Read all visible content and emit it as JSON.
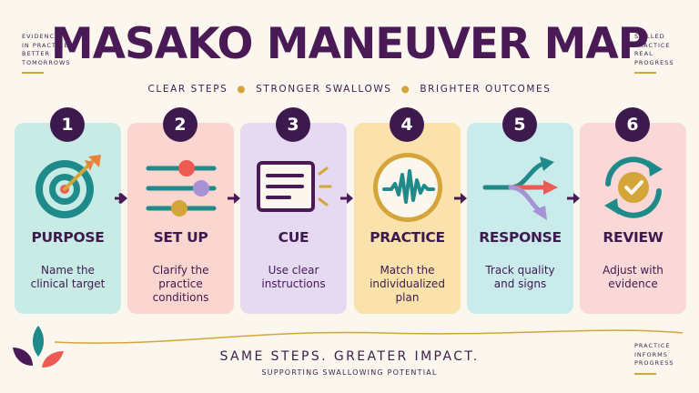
{
  "title": "MASAKO MANEUVER MAP",
  "tagline": [
    "CLEAR STEPS",
    "STRONGER SWALLOWS",
    "BRIGHTER OUTCOMES"
  ],
  "corner_top_left": [
    "EVIDENCE",
    "IN PRACTICE",
    "BETTER",
    "TOMORROWS"
  ],
  "corner_top_right": [
    "SKILLED",
    "PRACTICE",
    "REAL",
    "PROGRESS"
  ],
  "corner_bottom_right": [
    "PRACTICE",
    "INFORMS",
    "PROGRESS"
  ],
  "steps": [
    {
      "number": "1",
      "title": "PURPOSE",
      "desc": "Name the clinical target",
      "icon": "target-icon",
      "color": "#c8ebe6"
    },
    {
      "number": "2",
      "title": "SET UP",
      "desc": "Clarify the practice conditions",
      "icon": "sliders-icon",
      "color": "#fbd5cf"
    },
    {
      "number": "3",
      "title": "CUE",
      "desc": "Use clear instructions",
      "icon": "cue-card-icon",
      "color": "#e6d9f2"
    },
    {
      "number": "4",
      "title": "PRACTICE",
      "desc": "Match the individualized plan",
      "icon": "waveform-icon",
      "color": "#fbe2ad"
    },
    {
      "number": "5",
      "title": "RESPONSE",
      "desc": "Track quality and signs",
      "icon": "branching-arrows-icon",
      "color": "#c9ebec"
    },
    {
      "number": "6",
      "title": "REVIEW",
      "desc": "Adjust with evidence",
      "icon": "review-cycle-icon",
      "color": "#fbd8d8"
    }
  ],
  "bottom_main": "SAME STEPS. GREATER IMPACT.",
  "bottom_sub": "SUPPORTING SWALLOWING POTENTIAL",
  "colors": {
    "ink": "#3d1a4e",
    "gold": "#d4a63a",
    "teal": "#1f8a8a",
    "coral": "#ec5a52",
    "background": "#fbf6ee"
  }
}
